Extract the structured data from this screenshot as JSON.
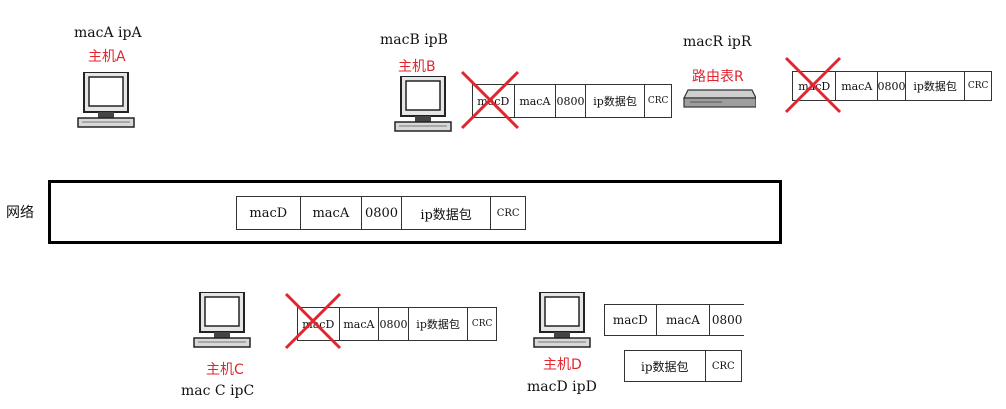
{
  "hostA": {
    "addr": "macA   ipA",
    "name": "主机A"
  },
  "hostB": {
    "addr": "macB   ipB",
    "name": "主机B"
  },
  "router": {
    "addr": "macR   ipR",
    "name": "路由表R"
  },
  "hostC": {
    "name": "主机C",
    "addr": "mac C   ipC"
  },
  "hostD": {
    "name": "主机D",
    "addr": "macD   ipD"
  },
  "network": {
    "label": "网络"
  },
  "frames": {
    "network": [
      "macD",
      "macA",
      "0800",
      "ip数据包",
      "CRC"
    ],
    "hostB": [
      "macD",
      "macA",
      "0800",
      "ip数据包",
      "CRC"
    ],
    "router": [
      "macD",
      "macA",
      "0800",
      "ip数据包",
      "CRC"
    ],
    "hostC": [
      "macD",
      "macA",
      "0800",
      "ip数据包",
      "CRC"
    ],
    "hostD_top": [
      "macD",
      "macA",
      "0800"
    ],
    "hostD_bottom": [
      "ip数据包",
      "CRC"
    ]
  },
  "colors": {
    "accent_red": "#e0262e",
    "border": "#000000"
  }
}
